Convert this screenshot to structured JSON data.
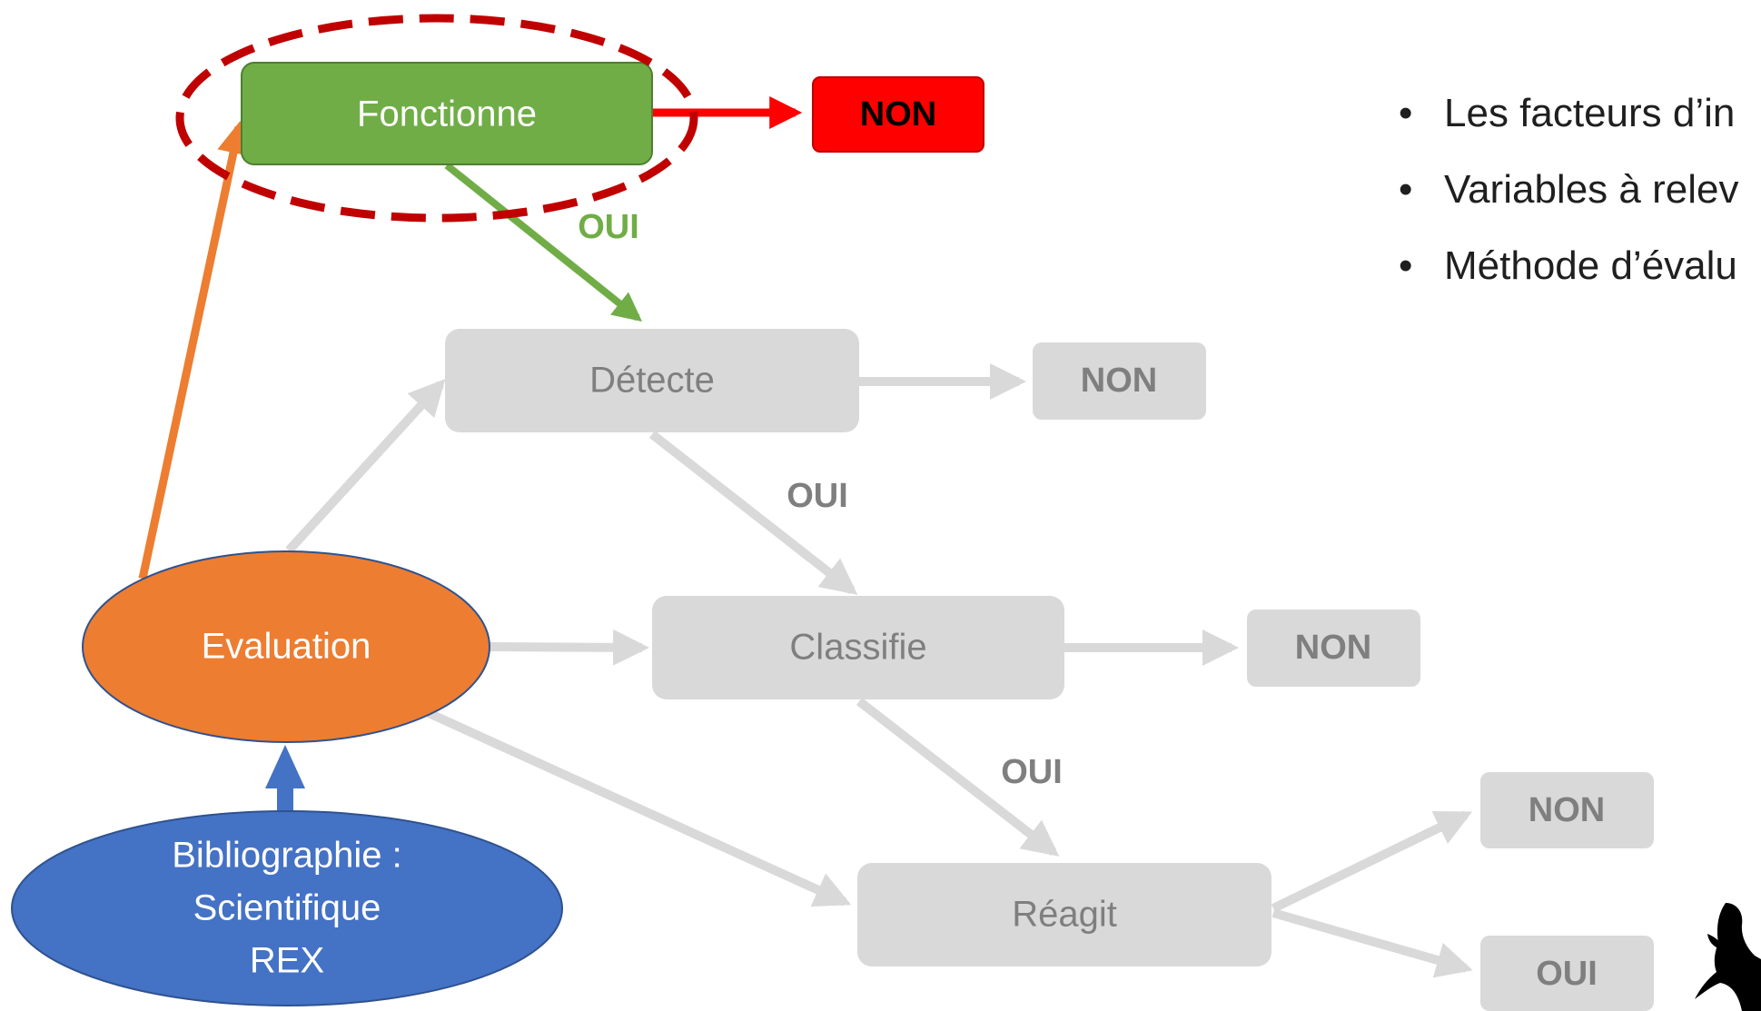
{
  "nodes": {
    "fonctionne": "Fonctionne",
    "non_top": "NON",
    "oui_green": "OUI",
    "detecte": "Détecte",
    "non_detecte": "NON",
    "oui_detecte": "OUI",
    "evaluation": "Evaluation",
    "classifie": "Classifie",
    "non_classifie": "NON",
    "oui_classifie": "OUI",
    "reagit": "Réagit",
    "non_reagit": "NON",
    "oui_reagit": "OUI",
    "bibliographie": [
      "Bibliographie :",
      "Scientifique",
      "REX"
    ]
  },
  "bullets": {
    "marker": "•",
    "items": [
      "Les facteurs d’in",
      "Variables à relev",
      "Méthode d’évalu"
    ]
  },
  "colors": {
    "green": "#70AD47",
    "red": "#FF0000",
    "dark_red": "#C00000",
    "orange": "#ED7D31",
    "blue": "#4472C4",
    "grey_box": "#D9D9D9",
    "grey_text": "#7F7F7F",
    "dark_grey_text": "#595959"
  },
  "icons": {
    "bird": "bird-silhouette-icon"
  }
}
